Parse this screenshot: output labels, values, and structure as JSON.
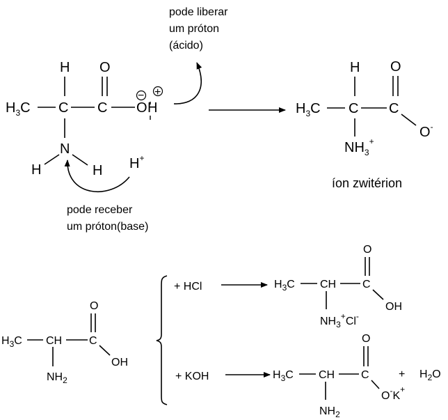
{
  "top": {
    "note_acid": [
      "pode liberar",
      "um próton",
      "(ácido)"
    ],
    "note_base": [
      "pode receber",
      "um próton(base)"
    ],
    "zwitterion_label": "íon zwitérion",
    "H": "H",
    "O": "O",
    "C": "C",
    "N": "N",
    "H3C_base": "H",
    "H3C_sub": "3",
    "H3C_tail": "C",
    "OH_O": "O",
    "OH_H": "H",
    "minus_mark": "−",
    "plus_mark": "+",
    "proton_H": "H",
    "proton_plus": "+",
    "NH3_base": "NH",
    "NH3_sub": "3",
    "NH3_plus": "+",
    "O_minus_base": "O",
    "O_minus_sup": "-"
  },
  "bottom": {
    "reagent_hcl": "+ HCl",
    "reagent_koh": "+ KOH",
    "CH": "CH",
    "C": "C",
    "O": "O",
    "OH": "OH",
    "NH2_base": "NH",
    "NH2_sub": "2",
    "NH3_base": "NH",
    "NH3_sub": "3",
    "NH3_plus": "+",
    "Cl": "Cl",
    "Cl_minus": "-",
    "O_base": "O",
    "O_minus": "-",
    "K": "K",
    "K_plus": "+",
    "plus_sign": "+",
    "H2O_base": "H",
    "H2O_sub": "2",
    "H2O_tail": "O",
    "H3C_base": "H",
    "H3C_sub": "3",
    "H3C_tail": "C"
  }
}
